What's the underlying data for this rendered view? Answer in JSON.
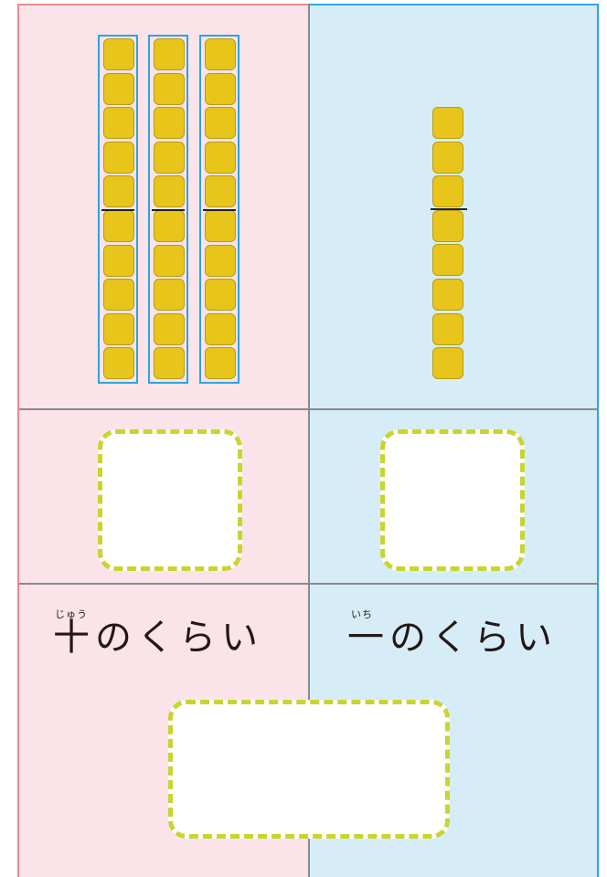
{
  "labels": {
    "tens_place": "十のくらい",
    "tens_ruby": "じゅう",
    "ones_place": "一のくらい",
    "ones_ruby": "いち"
  },
  "blocks": {
    "ten_rods": 3,
    "cubes_per_rod": 10,
    "single_rod_cubes": 8
  },
  "colors": {
    "tens_panel": "#fbe3ea",
    "ones_panel": "#d6edf8",
    "cube": "#e7c51b",
    "rod_outline": "#2ea3dc",
    "answer_dash": "#c9d42f"
  }
}
